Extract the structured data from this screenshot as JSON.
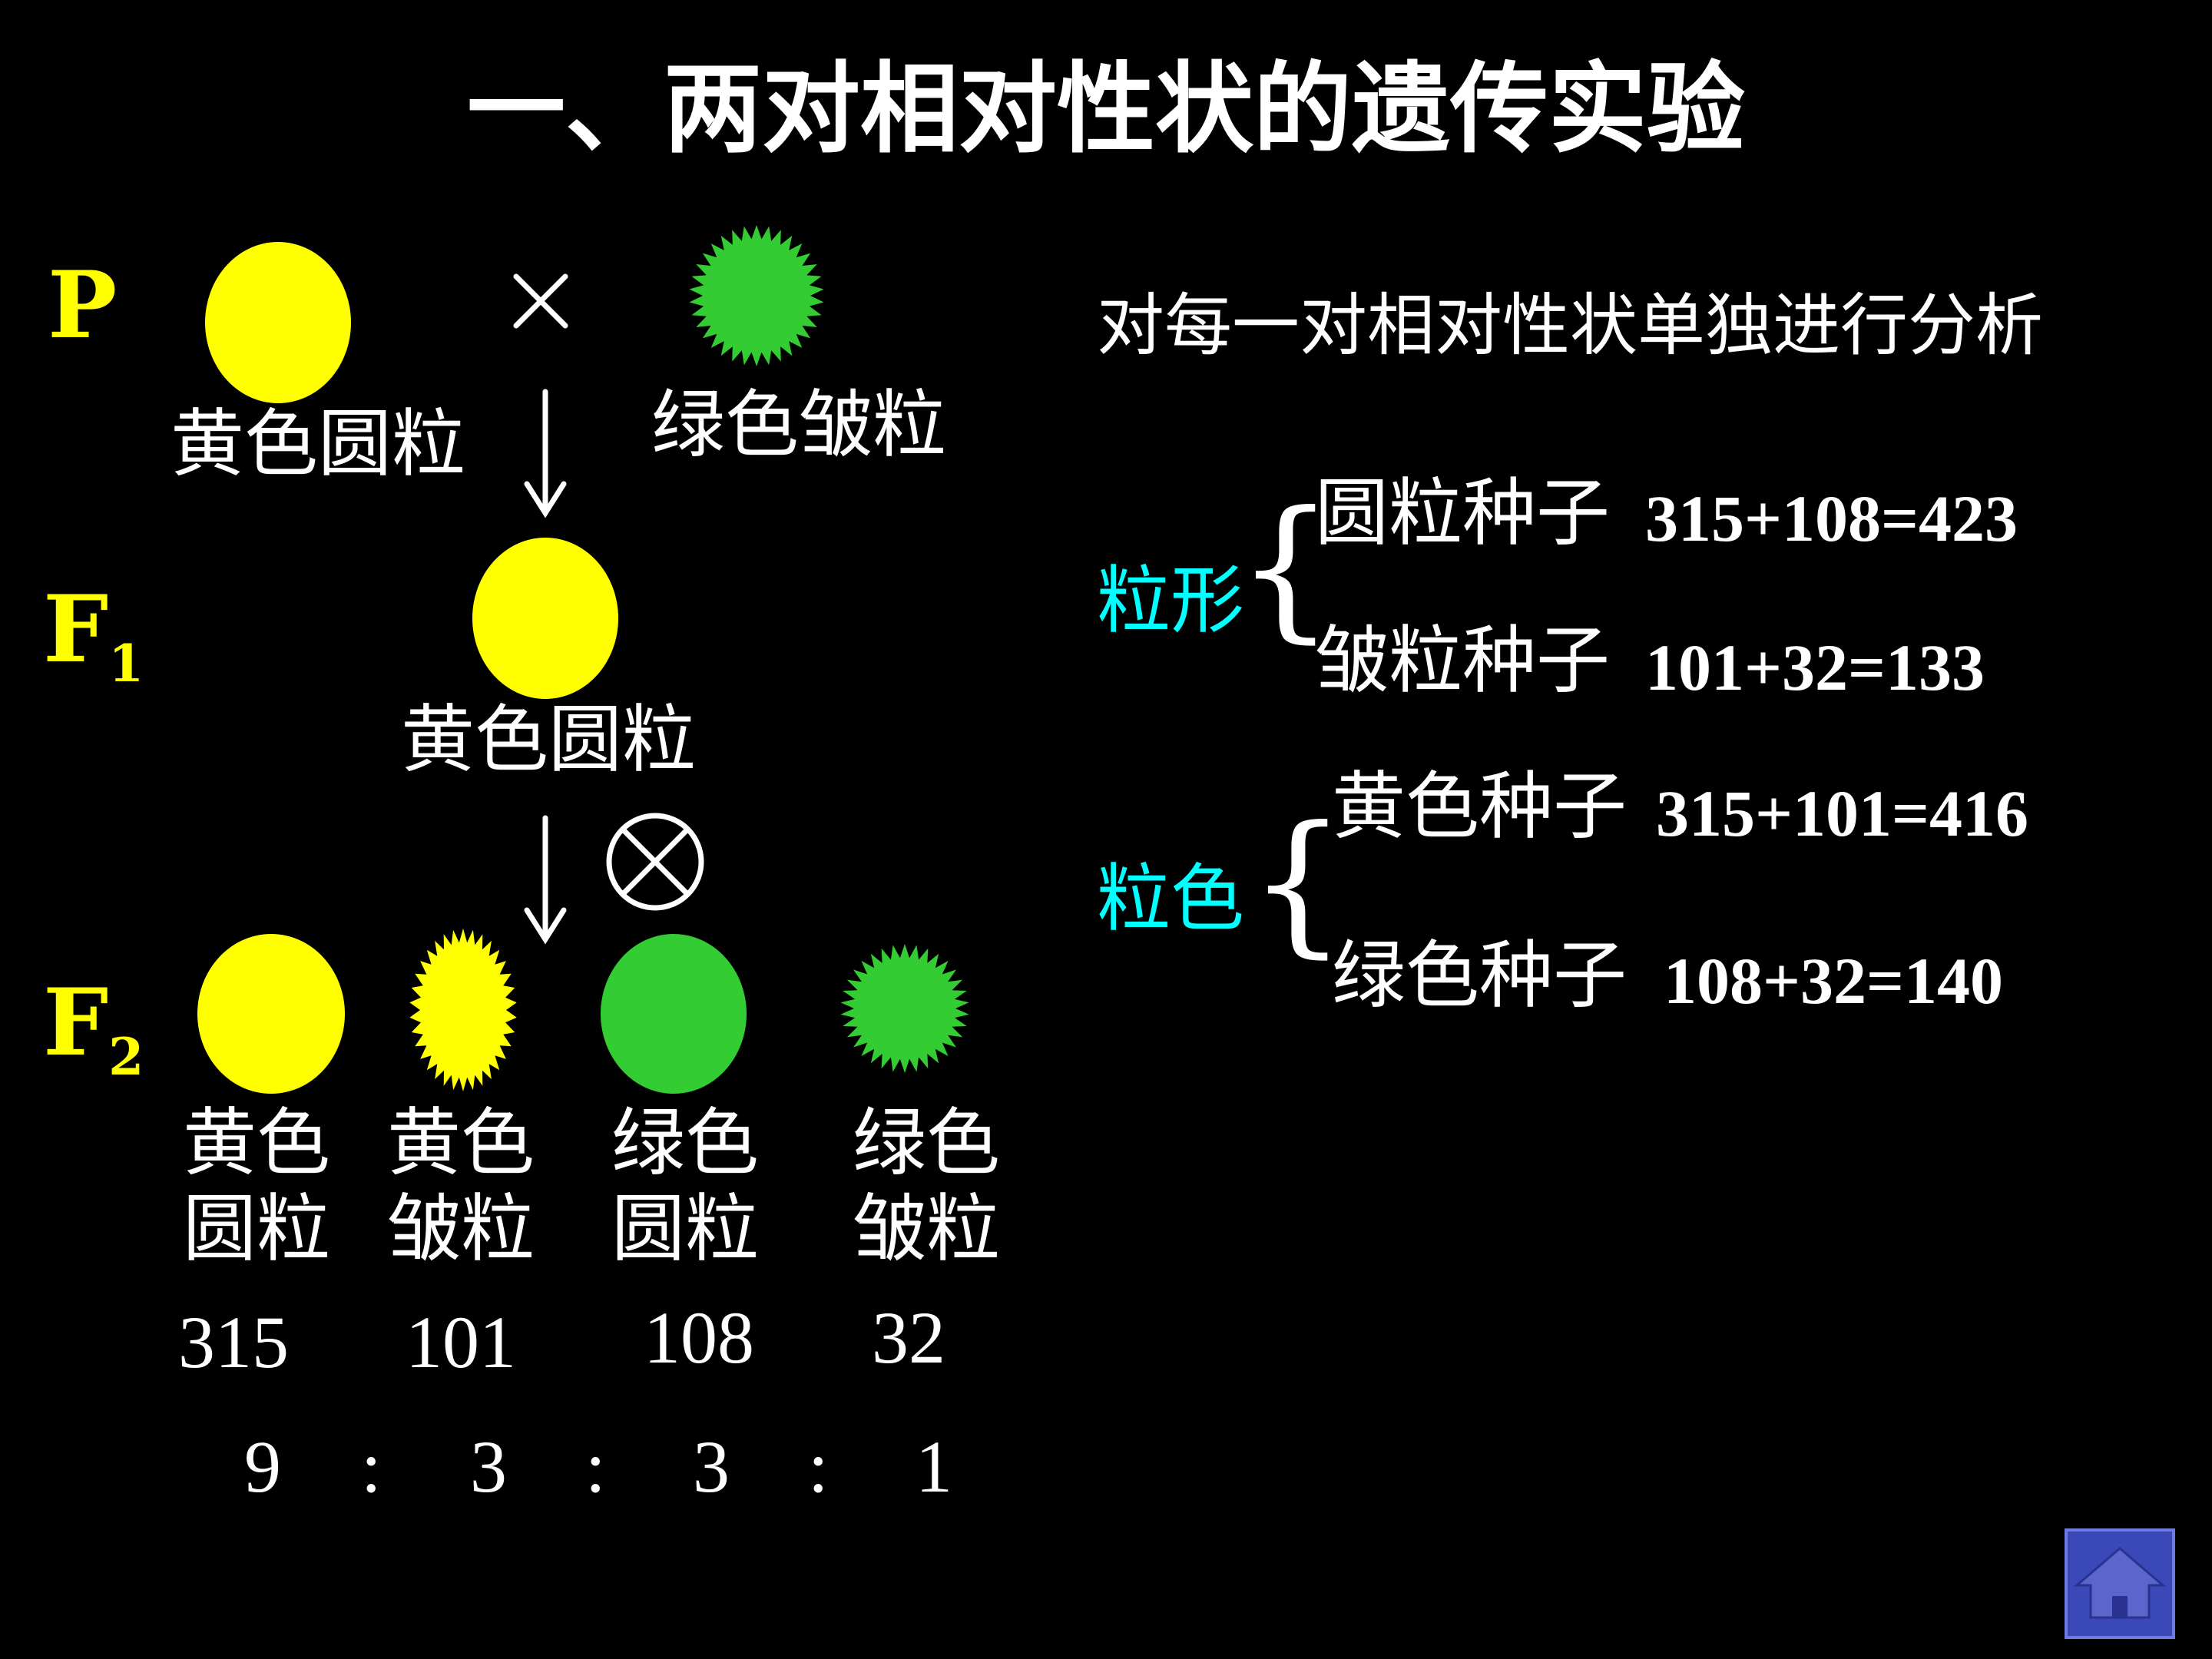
{
  "title": "一、两对相对性状的遗传实验",
  "generations": {
    "p": "P",
    "f1_base": "F",
    "f1_sub": "1",
    "f2_base": "F",
    "f2_sub": "2"
  },
  "symbols": {
    "cross": "×",
    "self_cross": "⊗",
    "arrow": "↓"
  },
  "parents": {
    "left": "黄色圆粒",
    "right": "绿色皱粒"
  },
  "f1_label": "黄色圆粒",
  "f2": [
    {
      "line1": "黄色",
      "line2": "圆粒",
      "count": "315"
    },
    {
      "line1": "黄色",
      "line2": "皱粒",
      "count": "101"
    },
    {
      "line1": "绿色",
      "line2": "圆粒",
      "count": "108"
    },
    {
      "line1": "绿色",
      "line2": "皱粒",
      "count": "32"
    }
  ],
  "ratio": {
    "a": "9",
    "b": "3",
    "c": "3",
    "d": "1",
    "sep": ":"
  },
  "analysis": {
    "heading": "对每一对相对性状单独进行分析",
    "shape": {
      "label": "粒形",
      "round": "圆粒种子",
      "round_calc": "315+108=423",
      "wrinkled": "皱粒种子",
      "wrinkled_calc": "101+32=133"
    },
    "color": {
      "label": "粒色",
      "yellow": "黄色种子",
      "yellow_calc": "315+101=416",
      "green": "绿色种子",
      "green_calc": "108+32=140"
    },
    "brace": "{"
  },
  "colors": {
    "yellow": "#ffff00",
    "green": "#33cc33",
    "cyan": "#00ffff",
    "home_bg": "#3b48b8"
  },
  "icons": {
    "home": "home-icon"
  }
}
